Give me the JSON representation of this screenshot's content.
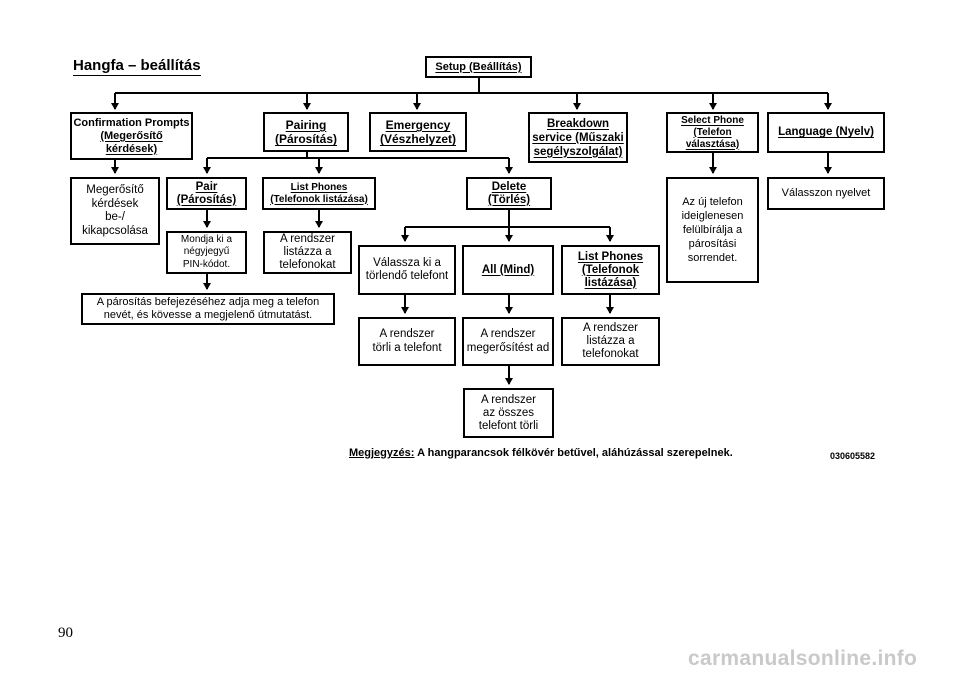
{
  "title": "Hangfa – beállítás",
  "root": "Setup (Beállítás)",
  "menu": [
    {
      "lines": [
        "Confirmation Prompts",
        "(Megerősítő",
        "kérdések)"
      ],
      "result": [
        "Megerősítő",
        "kérdések",
        "be-/",
        "kikapcsolása"
      ]
    },
    {
      "lines": [
        "Pairing",
        "(Párosítás)"
      ]
    },
    {
      "lines": [
        "Emergency",
        "(Vészhelyzet)"
      ]
    },
    {
      "lines": [
        "Breakdown",
        "service (Műszaki",
        "segélyszolgálat)"
      ]
    },
    {
      "lines": [
        "Select Phone",
        "(Telefon",
        "választása)"
      ],
      "result": [
        "Az új telefon",
        "ideiglenesen",
        "felülbírálja a",
        "párosítási",
        "sorrendet."
      ]
    },
    {
      "lines": [
        "Language (Nyelv)"
      ],
      "result": [
        "Válasszon nyelvet"
      ]
    }
  ],
  "pairing": {
    "pair": {
      "lines": [
        "Pair",
        "(Párosítás)"
      ],
      "step": [
        "Mondja ki a",
        "négyjegyű",
        "PIN-kódot."
      ],
      "final": [
        "A párosítás befejezéséhez adja meg a telefon",
        "nevét, és kövesse a megjelenő útmutatást."
      ]
    },
    "list_phones": {
      "lines": [
        "List Phones",
        "(Telefonok listázása)"
      ],
      "result": [
        "A rendszer",
        "listázza a",
        "telefonokat"
      ]
    },
    "delete": {
      "lines": [
        "Delete",
        "(Törlés)"
      ],
      "choose": {
        "text": [
          "Válassza ki a",
          "törlendő telefont"
        ],
        "result": [
          "A rendszer",
          "törli a telefont"
        ]
      },
      "all": {
        "text": [
          "All (Mind)"
        ],
        "result": [
          "A rendszer",
          "megerősítést ad"
        ],
        "final": [
          "A rendszer",
          "az összes",
          "telefont törli"
        ]
      },
      "list": {
        "text": [
          "List Phones",
          "(Telefonok",
          "listázása)"
        ],
        "result": [
          "A rendszer",
          "listázza a",
          "telefonokat"
        ]
      }
    }
  },
  "note": {
    "label": "Megjegyzés:",
    "text": "A hangparancsok félkövér betűvel, aláhúzással szerepelnek."
  },
  "figure_code": "030605582",
  "page_number": "90",
  "watermark": "carmanualsonline.info"
}
